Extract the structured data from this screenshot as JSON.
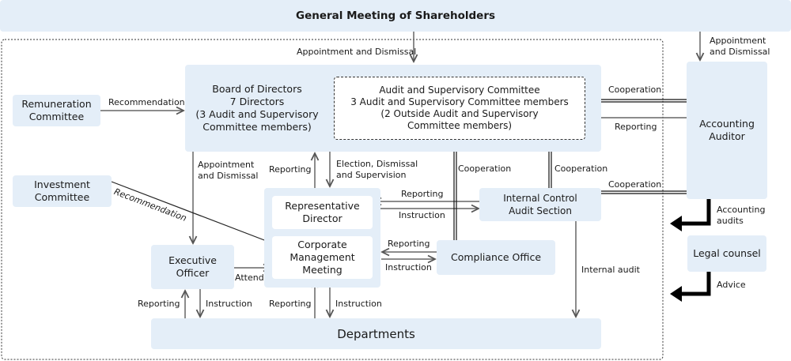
{
  "title": "General Meeting of Shareholders",
  "boxes": {
    "board": [
      "Board of Directors",
      "7 Directors",
      "(3 Audit and Supervisory",
      "Committee members)"
    ],
    "audit_committee": [
      "Audit and Supervisory Committee",
      "3 Audit and Supervisory Committee members",
      "(2 Outside Audit and Supervisory",
      "Committee members)"
    ],
    "remuneration": [
      "Remuneration",
      "Committee"
    ],
    "investment": [
      "Investment",
      "Committee"
    ],
    "accounting_auditor": [
      "Accounting",
      "Auditor"
    ],
    "legal_counsel": "Legal counsel",
    "representative_director": [
      "Representative",
      "Director"
    ],
    "corporate_management_meeting": [
      "Corporate",
      "Management",
      "Meeting"
    ],
    "executive_officer": [
      "Executive",
      "Officer"
    ],
    "internal_control": [
      "Internal Control",
      "Audit Section"
    ],
    "compliance": "Compliance Office",
    "departments": "Departments"
  },
  "labels": {
    "appointment_dismissal": "Appointment and Dismissal",
    "appointment_dismissal_auditor": [
      "Appointment",
      "and Dismissal"
    ],
    "recommendation_rem": "Recommendation",
    "recommendation_inv": "Recommendation",
    "board_exec": [
      "Appointment",
      "and Dismissal"
    ],
    "reporting_board": "Reporting",
    "election": [
      "Election, Dismissal",
      "and Supervision"
    ],
    "cooperation_1": "Cooperation",
    "cooperation_2": "Cooperation",
    "cooperation_auditor_top": "Cooperation",
    "reporting_auditor": "Reporting",
    "cooperation_auditor_ic": "Cooperation",
    "reporting_ic": "Reporting",
    "instruction_ic": "Instruction",
    "reporting_comp": "Reporting",
    "instruction_comp": "Instruction",
    "attend": "Attend",
    "internal_audit": "Internal audit",
    "reporting_exec": "Reporting",
    "instruction_exec": "Instruction",
    "reporting_cmm": "Reporting",
    "instruction_cmm": "Instruction",
    "accounting_audits": [
      "Accounting",
      "audits"
    ],
    "advice": "Advice"
  }
}
